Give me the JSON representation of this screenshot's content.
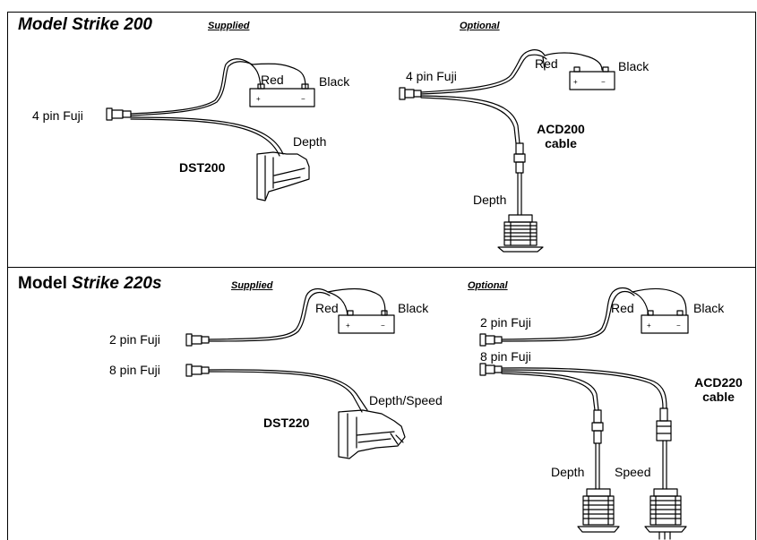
{
  "top": {
    "title_prefix": "Model Strike 200",
    "title_italic": "",
    "supplied": "Supplied",
    "optional": "Optional",
    "supplied_labels": {
      "fuji": "4 pin Fuji",
      "red": "Red",
      "black": "Black",
      "depth": "Depth",
      "transducer": "DST200"
    },
    "optional_labels": {
      "fuji": "4 pin Fuji",
      "red": "Red",
      "black": "Black",
      "cable_line1": "ACD200",
      "cable_line2": "cable",
      "depth": "Depth"
    }
  },
  "bottom": {
    "title_prefix": "Model ",
    "title_italic": "Strike 220s",
    "supplied": "Supplied",
    "optional": "Optional",
    "supplied_labels": {
      "fuji2": "2 pin Fuji",
      "fuji8": "8 pin Fuji",
      "red": "Red",
      "black": "Black",
      "depth_speed": "Depth/Speed",
      "transducer": "DST220"
    },
    "optional_labels": {
      "fuji2": "2 pin Fuji",
      "fuji8": "8 pin Fuji",
      "red": "Red",
      "black": "Black",
      "cable_line1": "ACD220",
      "cable_line2": "cable",
      "depth": "Depth",
      "speed": "Speed"
    }
  },
  "battery_symbols": {
    "plus": "+",
    "minus": "−"
  },
  "colors": {
    "line": "#000000",
    "background": "#ffffff"
  }
}
